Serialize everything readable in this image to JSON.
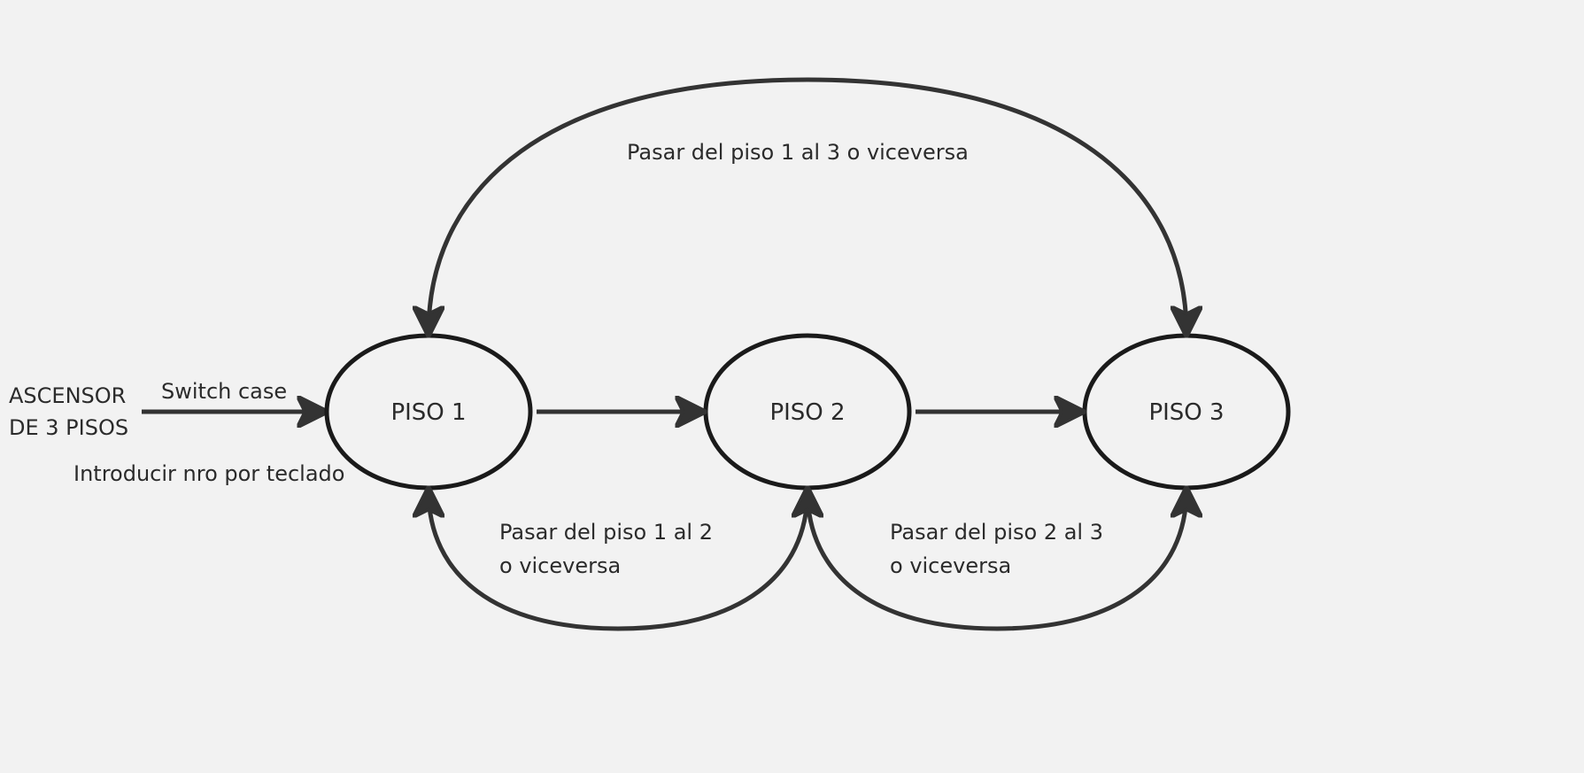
{
  "title_lines": [
    "ASCENSOR",
    "DE 3 PISOS"
  ],
  "entry_label": "Switch case",
  "entry_note": "Introducir nro por teclado",
  "nodes": [
    {
      "label": "PISO 1"
    },
    {
      "label": "PISO 2"
    },
    {
      "label": "PISO 3"
    }
  ],
  "edges": {
    "top": {
      "label": "Pasar del piso 1 al 3 o viceversa"
    },
    "bottom_left": {
      "label_lines": [
        "Pasar del piso 1 al 2",
        "o viceversa"
      ]
    },
    "bottom_right": {
      "label_lines": [
        "Pasar del piso 2 al 3",
        "o viceversa"
      ]
    }
  },
  "colors": {
    "background": "#f2f2f2",
    "stroke": "#1a1a1a",
    "arrow": "#333333",
    "text": "#2b2b2b"
  }
}
